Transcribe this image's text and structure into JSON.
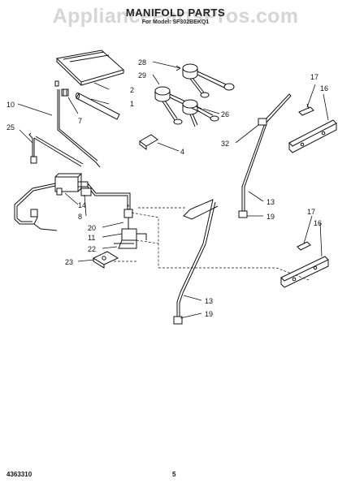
{
  "watermark": "AppliancePartsPros.com",
  "header": {
    "title": "MANIFOLD PARTS",
    "subtitle": "For Model: SF302BEKQ1"
  },
  "callouts": {
    "c28": "28",
    "c29": "29",
    "c2": "2",
    "c1": "1",
    "c10": "10",
    "c7": "7",
    "c26": "26",
    "c17a": "17",
    "c16a": "16",
    "c25": "25",
    "c32": "32",
    "c4": "4",
    "c14": "14",
    "c8": "8",
    "c13a": "13",
    "c19a": "19",
    "c20": "20",
    "c11": "11",
    "c22": "22",
    "c23": "23",
    "c17b": "17",
    "c16b": "16",
    "c13b": "13",
    "c19b": "19"
  },
  "footer": {
    "doc_number": "4363310",
    "page_number": "5"
  }
}
